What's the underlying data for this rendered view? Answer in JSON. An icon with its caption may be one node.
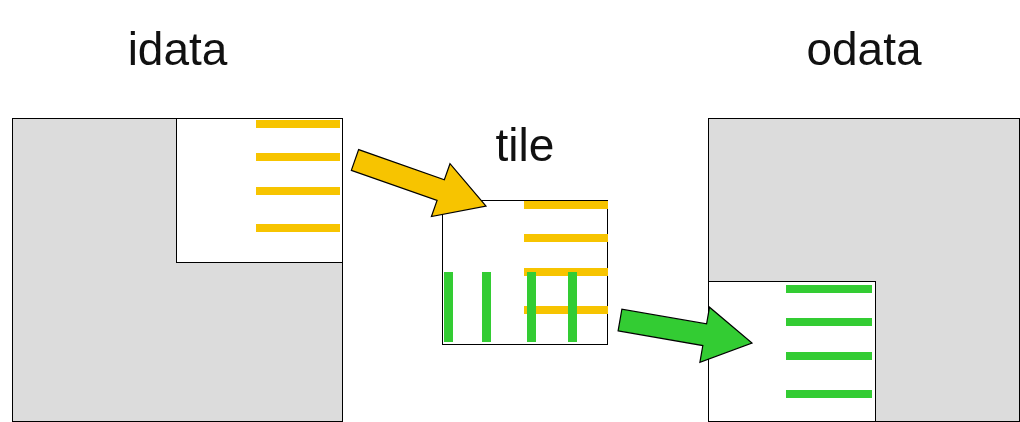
{
  "diagram": {
    "nodes": [
      {
        "text": [
          "idata"
        ]
      },
      {
        "text": [],
        "shape": "box",
        "in": 0
      },
      {
        "text": [
          "tile"
        ]
      },
      {
        "text": [
          "odata"
        ]
      },
      {
        "text": [],
        "shape": "box",
        "in": 3
      }
    ],
    "edges": [
      {
        "from": 1,
        "to": 2,
        "arrow": "to",
        "style": "thick",
        "color": "#f7c400"
      },
      {
        "from": 2,
        "to": 4,
        "arrow": "to",
        "style": "thick",
        "color": "#33cc33"
      }
    ]
  }
}
